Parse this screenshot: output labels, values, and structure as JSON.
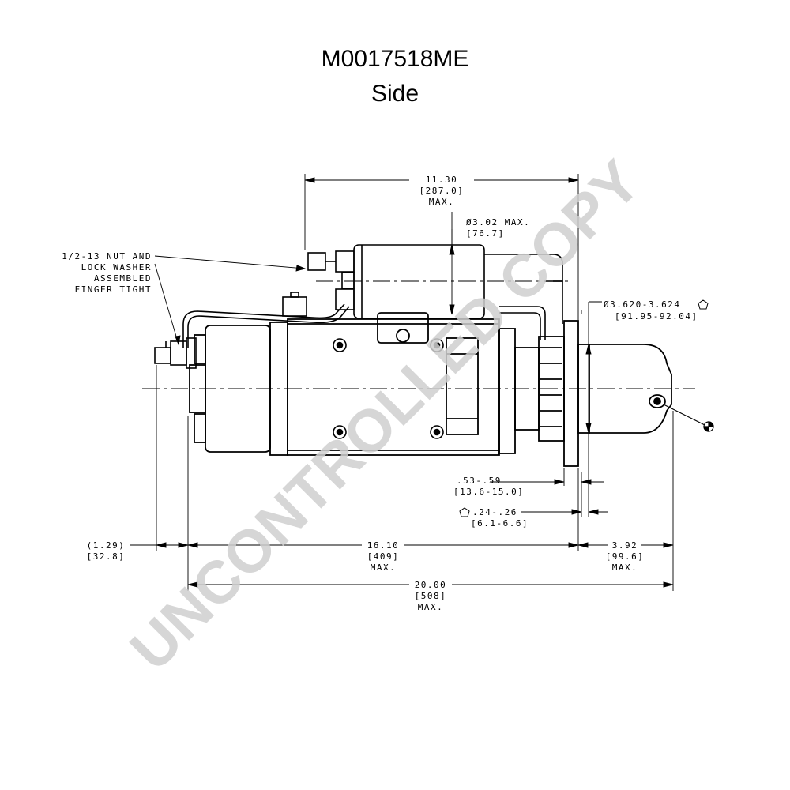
{
  "header": {
    "part_number": "M0017518ME",
    "view": "Side"
  },
  "watermark": {
    "text": "UNCONTROLLED COPY",
    "color": "#cfcfcf"
  },
  "callouts": {
    "nut_note": [
      "1/2-13 NUT AND",
      "LOCK WASHER",
      "ASSEMBLED",
      "FINGER TIGHT"
    ]
  },
  "dimensions": {
    "top_length": [
      "11.30",
      "[287.0]",
      "MAX."
    ],
    "solenoid_dia": [
      "Ø3.02 MAX.",
      "[76.7]"
    ],
    "pilot_dia": [
      "Ø3.620-3.624",
      "[91.95-92.04]"
    ],
    "flange_thk": [
      ".53-.59",
      "[13.6-15.0]"
    ],
    "flange_gap": [
      ".24-.26",
      "[6.1-6.6]"
    ],
    "left_stud": [
      "(1.29)",
      "[32.8]"
    ],
    "body_length": [
      "16.10",
      "[409]",
      "MAX."
    ],
    "nose_length": [
      "3.92",
      "[99.6]",
      "MAX."
    ],
    "overall_length": [
      "20.00",
      "[508]",
      "MAX."
    ]
  },
  "colors": {
    "line": "#000000",
    "background": "#ffffff"
  }
}
